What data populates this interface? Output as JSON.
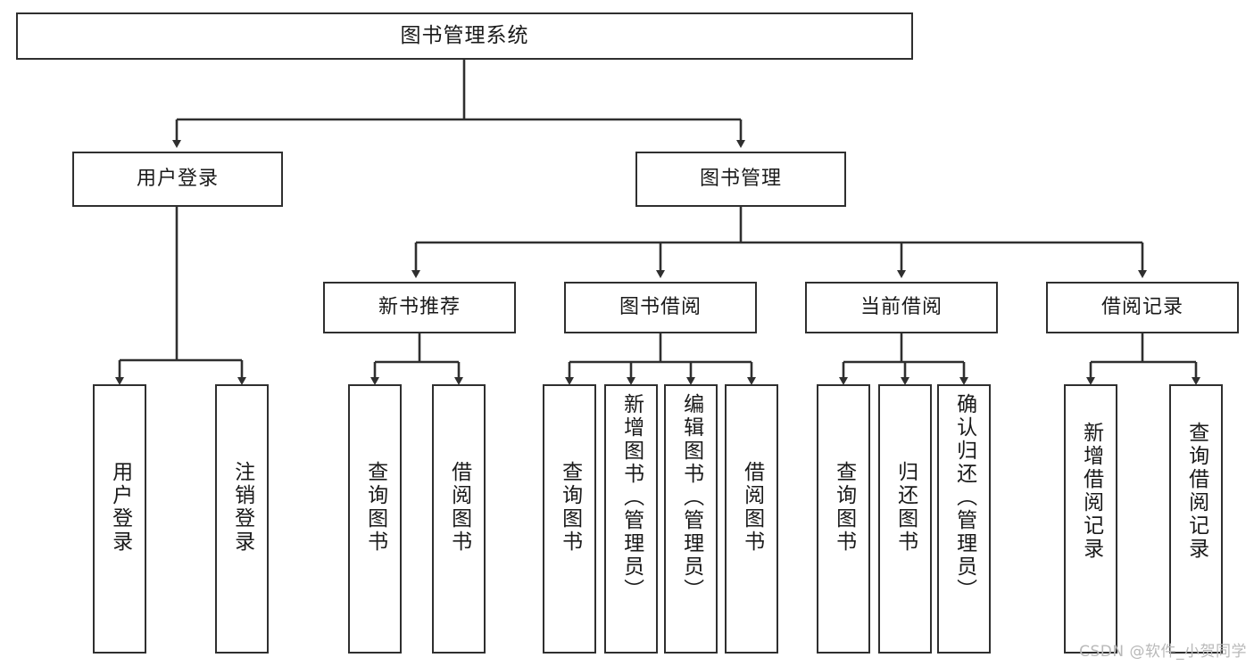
{
  "diagram": {
    "title": "图书管理系统",
    "type": "tree",
    "watermark": "CSDN @软件_小贺同学",
    "colors": {
      "border": "#2f2f2f",
      "background": "#ffffff",
      "text": "#1a1a1a",
      "watermark": "#b9b9b9"
    },
    "root": {
      "label": "图书管理系统"
    },
    "level2": [
      {
        "label": "用户登录"
      },
      {
        "label": "图书管理"
      }
    ],
    "level3": [
      {
        "label": "新书推荐"
      },
      {
        "label": "图书借阅"
      },
      {
        "label": "当前借阅"
      },
      {
        "label": "借阅记录"
      }
    ],
    "leaves": {
      "user_login": [
        {
          "label": "用户登录"
        },
        {
          "label": "注销登录"
        }
      ],
      "new_book_recommend": [
        {
          "label": "查询图书"
        },
        {
          "label": "借阅图书"
        }
      ],
      "book_borrow": [
        {
          "label": "查询图书"
        },
        {
          "label": "新增图书（管理员）"
        },
        {
          "label": "编辑图书（管理员）"
        },
        {
          "label": "借阅图书"
        }
      ],
      "current_borrow": [
        {
          "label": "查询图书"
        },
        {
          "label": "归还图书"
        },
        {
          "label": "确认归还（管理员）"
        }
      ],
      "borrow_record": [
        {
          "label": "新增借阅记录"
        },
        {
          "label": "查询借阅记录"
        }
      ]
    }
  }
}
